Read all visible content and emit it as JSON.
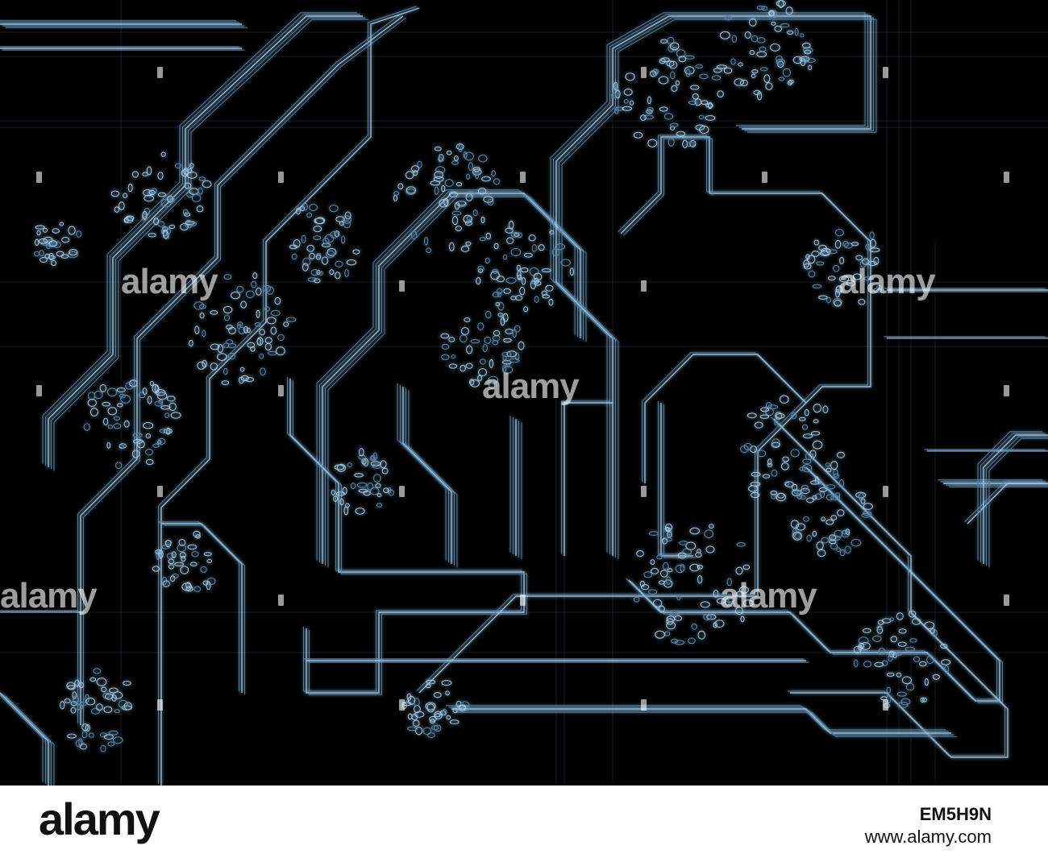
{
  "image": {
    "subject": "circuit-board-pattern",
    "colors": {
      "background": "#000000",
      "line": "#9ec8e6",
      "line_dim": "#2f4f6a",
      "glow": "#5a86a8"
    }
  },
  "watermark": {
    "text": "alamy"
  },
  "footer": {
    "logo": "alamy",
    "image_code": "EM5H9N",
    "url": "www.alamy.com"
  }
}
